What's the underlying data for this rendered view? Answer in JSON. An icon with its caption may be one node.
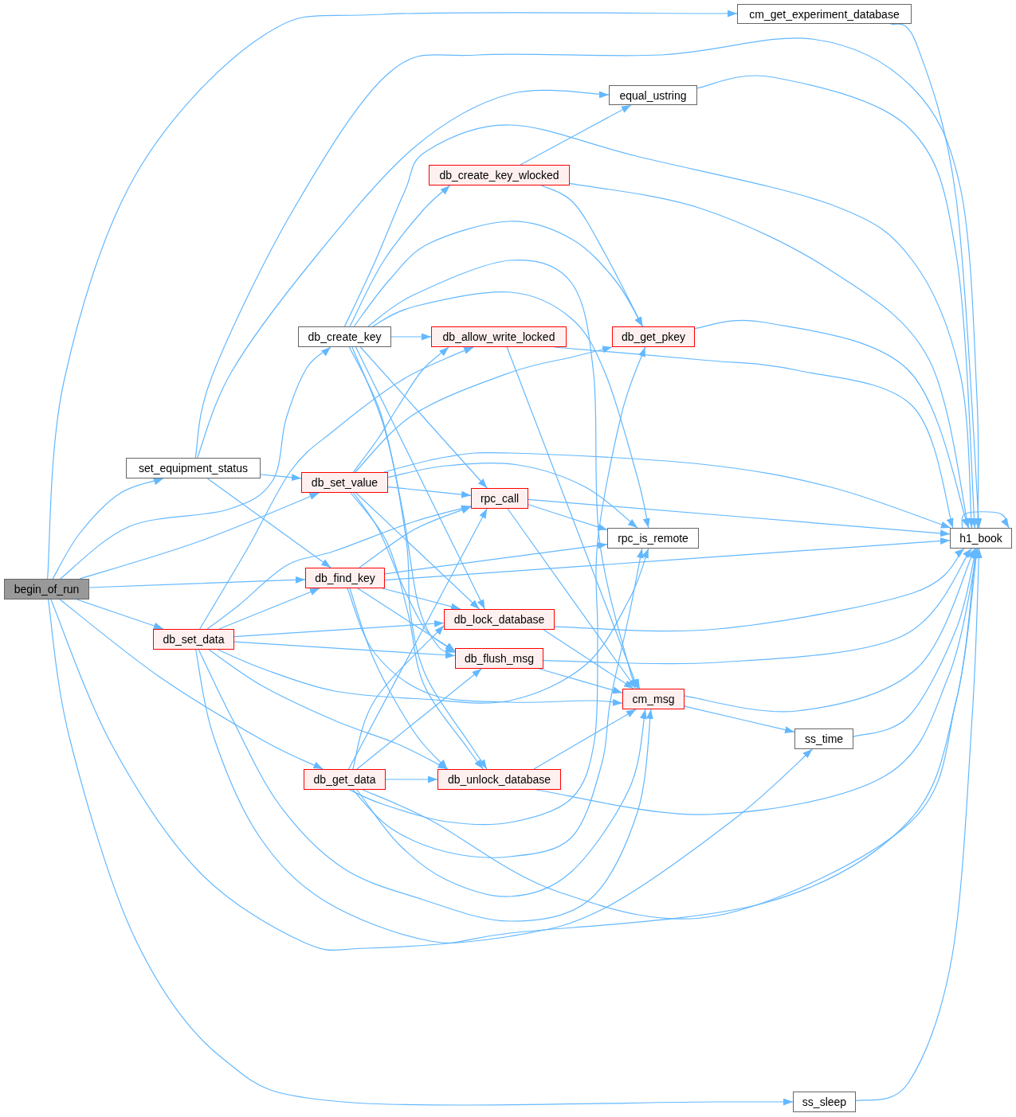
{
  "diagram": {
    "nodes": [
      {
        "text": [
          "begin_of_run"
        ]
      },
      {
        "text": [
          "set_equipment_status"
        ]
      },
      {
        "text": [
          "db_set_data"
        ]
      },
      {
        "text": [
          "db_create_key"
        ]
      },
      {
        "text": [
          "db_set_value"
        ]
      },
      {
        "text": [
          "db_find_key"
        ]
      },
      {
        "text": [
          "db_get_data"
        ]
      },
      {
        "text": [
          "db_create_key_wlocked"
        ]
      },
      {
        "text": [
          "db_allow_write_locked"
        ]
      },
      {
        "text": [
          "rpc_call"
        ]
      },
      {
        "text": [
          "db_lock_database"
        ]
      },
      {
        "text": [
          "db_flush_msg"
        ]
      },
      {
        "text": [
          "db_unlock_database"
        ]
      },
      {
        "text": [
          "equal_ustring"
        ]
      },
      {
        "text": [
          "db_get_pkey"
        ]
      },
      {
        "text": [
          "rpc_is_remote"
        ]
      },
      {
        "text": [
          "cm_msg"
        ]
      },
      {
        "text": [
          "cm_get_experiment_database"
        ]
      },
      {
        "text": [
          "ss_time"
        ]
      },
      {
        "text": [
          "ss_sleep"
        ]
      },
      {
        "text": [
          "h1_book"
        ]
      }
    ],
    "edges": [
      {
        "from": 0,
        "to": 17,
        "arrow": "to"
      },
      {
        "from": 0,
        "to": 1,
        "arrow": "to"
      },
      {
        "from": 0,
        "to": 3,
        "arrow": "to"
      },
      {
        "from": 0,
        "to": 4,
        "arrow": "to"
      },
      {
        "from": 0,
        "to": 5,
        "arrow": "to"
      },
      {
        "from": 0,
        "to": 2,
        "arrow": "to"
      },
      {
        "from": 0,
        "to": 6,
        "arrow": "to"
      },
      {
        "from": 0,
        "to": 18,
        "arrow": "to"
      },
      {
        "from": 0,
        "to": 19,
        "arrow": "to"
      },
      {
        "from": 1,
        "to": 13,
        "arrow": "to"
      },
      {
        "from": 1,
        "to": 20,
        "arrow": "to"
      },
      {
        "from": 1,
        "to": 4,
        "arrow": "to"
      },
      {
        "from": 1,
        "to": 5,
        "arrow": "to"
      },
      {
        "from": 2,
        "to": 8,
        "arrow": "to"
      },
      {
        "from": 2,
        "to": 9,
        "arrow": "to"
      },
      {
        "from": 2,
        "to": 5,
        "arrow": "to"
      },
      {
        "from": 2,
        "to": 10,
        "arrow": "to"
      },
      {
        "from": 2,
        "to": 11,
        "arrow": "to"
      },
      {
        "from": 2,
        "to": 15,
        "arrow": "to"
      },
      {
        "from": 2,
        "to": 12,
        "arrow": "to"
      },
      {
        "from": 2,
        "to": 16,
        "arrow": "to"
      },
      {
        "from": 2,
        "to": 20,
        "arrow": "to"
      },
      {
        "from": 3,
        "to": 7,
        "arrow": "to"
      },
      {
        "from": 3,
        "to": 8,
        "arrow": "to"
      },
      {
        "from": 3,
        "to": 14,
        "arrow": "to"
      },
      {
        "from": 3,
        "to": 9,
        "arrow": "to"
      },
      {
        "from": 3,
        "to": 15,
        "arrow": "to"
      },
      {
        "from": 3,
        "to": 16,
        "arrow": "to"
      },
      {
        "from": 3,
        "to": 10,
        "arrow": "to"
      },
      {
        "from": 3,
        "to": 11,
        "arrow": "to"
      },
      {
        "from": 3,
        "to": 12,
        "arrow": "to"
      },
      {
        "from": 3,
        "to": 20,
        "arrow": "to"
      },
      {
        "from": 4,
        "to": 8,
        "arrow": "to"
      },
      {
        "from": 4,
        "to": 14,
        "arrow": "to"
      },
      {
        "from": 4,
        "to": 9,
        "arrow": "to"
      },
      {
        "from": 4,
        "to": 15,
        "arrow": "to"
      },
      {
        "from": 4,
        "to": 20,
        "arrow": "to"
      },
      {
        "from": 4,
        "to": 10,
        "arrow": "to"
      },
      {
        "from": 4,
        "to": 11,
        "arrow": "to"
      },
      {
        "from": 4,
        "to": 12,
        "arrow": "to"
      },
      {
        "from": 5,
        "to": 9,
        "arrow": "to"
      },
      {
        "from": 5,
        "to": 15,
        "arrow": "to"
      },
      {
        "from": 5,
        "to": 20,
        "arrow": "to"
      },
      {
        "from": 5,
        "to": 10,
        "arrow": "to"
      },
      {
        "from": 5,
        "to": 11,
        "arrow": "to"
      },
      {
        "from": 5,
        "to": 12,
        "arrow": "to"
      },
      {
        "from": 5,
        "to": 16,
        "arrow": "to"
      },
      {
        "from": 6,
        "to": 12,
        "arrow": "to"
      },
      {
        "from": 6,
        "to": 9,
        "arrow": "to"
      },
      {
        "from": 6,
        "to": 10,
        "arrow": "to"
      },
      {
        "from": 6,
        "to": 11,
        "arrow": "to"
      },
      {
        "from": 6,
        "to": 14,
        "arrow": "to"
      },
      {
        "from": 6,
        "to": 15,
        "arrow": "to"
      },
      {
        "from": 6,
        "to": 16,
        "arrow": "to"
      },
      {
        "from": 6,
        "to": 20,
        "arrow": "to"
      },
      {
        "from": 7,
        "to": 13,
        "arrow": "to"
      },
      {
        "from": 7,
        "to": 14,
        "arrow": "to"
      },
      {
        "from": 7,
        "to": 20,
        "arrow": "to"
      },
      {
        "from": 8,
        "to": 16,
        "arrow": "to"
      },
      {
        "from": 8,
        "to": 20,
        "arrow": "to"
      },
      {
        "from": 9,
        "to": 15,
        "arrow": "to"
      },
      {
        "from": 9,
        "to": 16,
        "arrow": "to"
      },
      {
        "from": 9,
        "to": 20,
        "arrow": "to"
      },
      {
        "from": 10,
        "to": 16,
        "arrow": "to"
      },
      {
        "from": 10,
        "to": 20,
        "arrow": "to"
      },
      {
        "from": 11,
        "to": 16,
        "arrow": "to"
      },
      {
        "from": 11,
        "to": 20,
        "arrow": "to"
      },
      {
        "from": 12,
        "to": 16,
        "arrow": "to"
      },
      {
        "from": 12,
        "to": 20,
        "arrow": "to"
      },
      {
        "from": 13,
        "to": 20,
        "arrow": "to"
      },
      {
        "from": 14,
        "to": 20,
        "arrow": "to"
      },
      {
        "from": 16,
        "to": 18,
        "arrow": "to"
      },
      {
        "from": 16,
        "to": 20,
        "arrow": "to"
      },
      {
        "from": 17,
        "to": 20,
        "arrow": "to"
      },
      {
        "from": 18,
        "to": 20,
        "arrow": "to"
      },
      {
        "from": 19,
        "to": 20,
        "arrow": "to"
      },
      {
        "from": 20,
        "to": 20,
        "arrow": "to"
      }
    ]
  }
}
